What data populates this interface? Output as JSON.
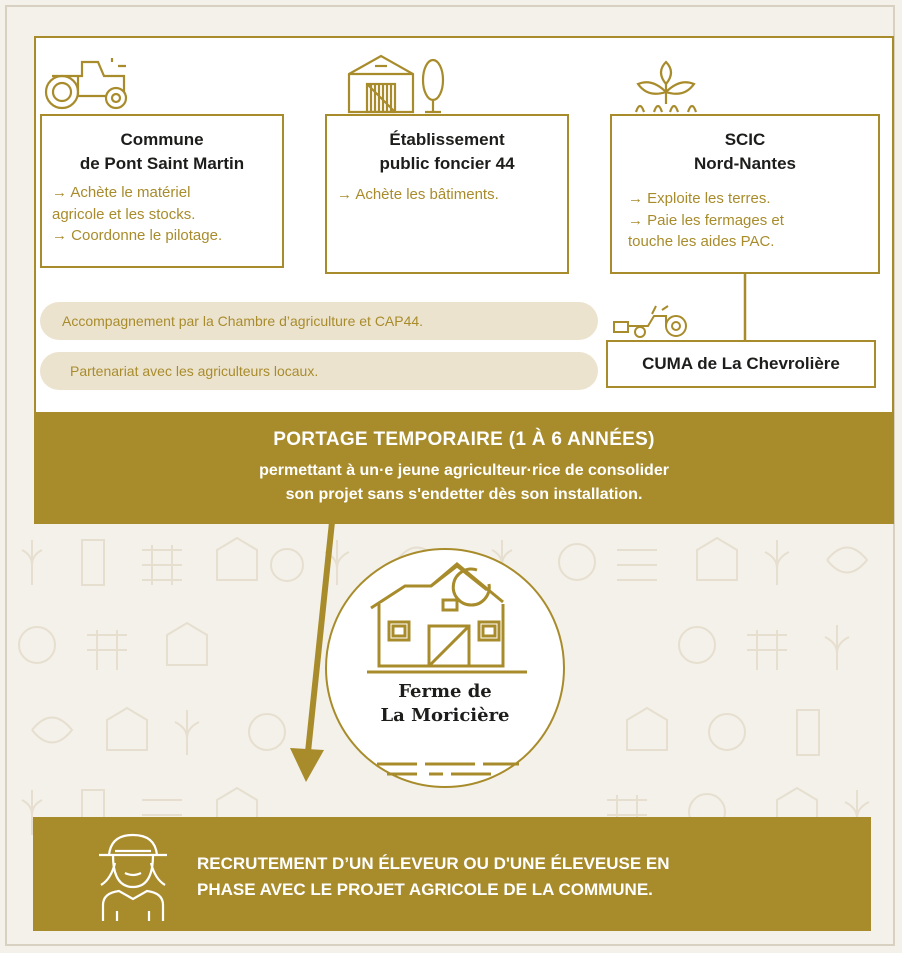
{
  "boxes": [
    {
      "title_line1": "Commune",
      "title_line2": "de Pont Saint Martin",
      "lines": [
        "→ Achète le matériel",
        "agricole et les stocks.",
        "→ Coordonne le pilotage."
      ]
    },
    {
      "title_line1": "Établissement",
      "title_line2": "public foncier 44",
      "lines": [
        "→ Achète les bâtiments."
      ]
    },
    {
      "title_line1": "SCIC",
      "title_line2": "Nord-Nantes",
      "lines": [
        "→  Exploite les terres.",
        "→  Paie les fermages et",
        "touche les aides PAC."
      ]
    }
  ],
  "pills": [
    "Accompagnement par la Chambre d’agriculture et CAP44.",
    "Partenariat avec les agriculteurs locaux."
  ],
  "cuma": "CUMA de La Chevrolière",
  "band": {
    "title": "PORTAGE TEMPORAIRE (1 À 6 ANNÉES)",
    "line1": "permettant à un·e jeune agriculteur·rice de consolider",
    "line2": "son projet sans s'endetter dès son installation."
  },
  "farm": {
    "line1": "Ferme de",
    "line2": "La Moricière"
  },
  "recruit": {
    "line1": "RECRUTEMENT D’UN ÉLEVEUR OU D'UNE ÉLEVEUSE EN",
    "line2": "PHASE AVEC LE PROJET AGRICOLE DE LA COMMUNE."
  },
  "colors": {
    "gold": "#a88c2c",
    "pill": "#ece3cf",
    "background": "#f4f1ea"
  },
  "icons": [
    "tractor-icon",
    "barn-icon",
    "sprout-icon",
    "small-tractor-icon",
    "farm-house-icon",
    "farmer-icon"
  ]
}
